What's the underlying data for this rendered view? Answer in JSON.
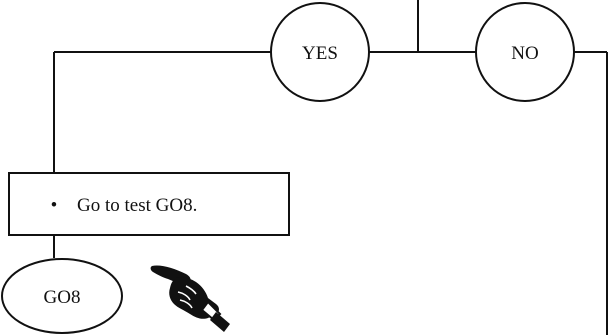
{
  "flowchart": {
    "decision_yes": "YES",
    "decision_no": "NO",
    "action_bullet": "•",
    "action_text": "Go to test GO8.",
    "next_test": "GO8",
    "pointer_icon": "pointing-hand-icon"
  },
  "colors": {
    "stroke": "#111111",
    "background": "#ffffff"
  }
}
